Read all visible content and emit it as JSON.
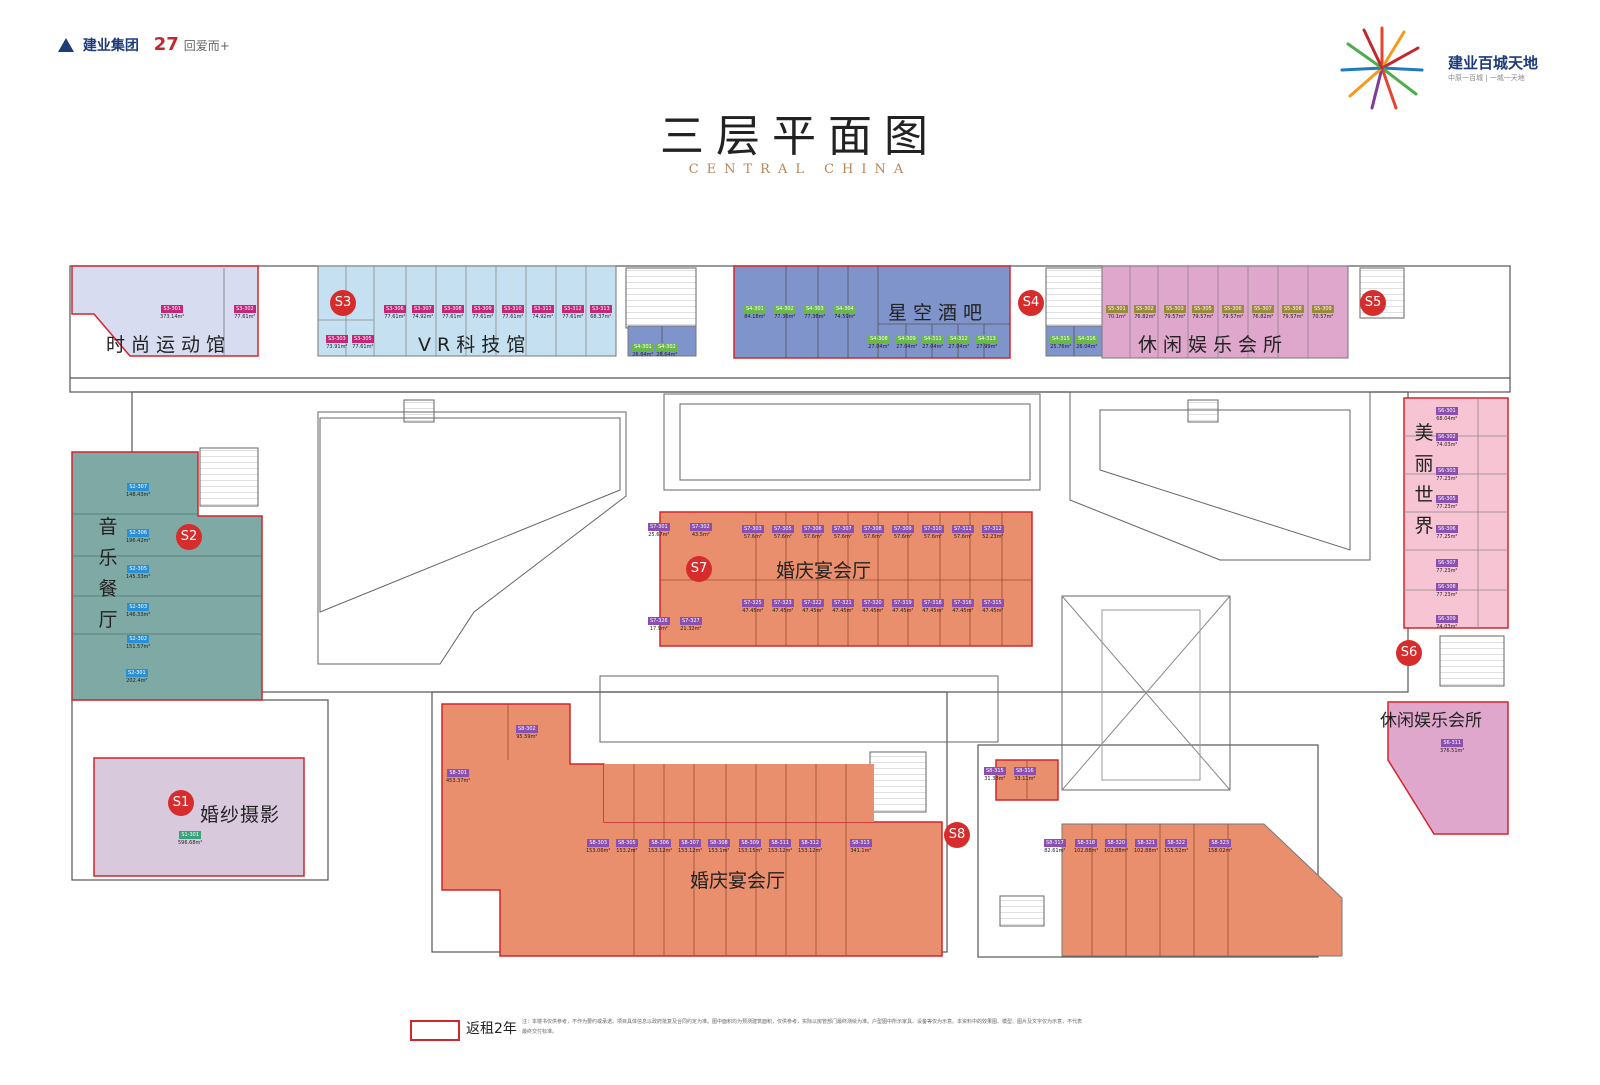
{
  "header": {
    "brand_left": "建业集团",
    "brand_left_number": "27",
    "brand_left_tagline": "回爱而+",
    "brand_right": "建业百城天地",
    "brand_right_sub": "中原一百城 | 一城一天地"
  },
  "title": "三层平面图",
  "subtitle": "CENTRAL CHINA",
  "zones": {
    "s1": "婚纱摄影",
    "s2": "音乐餐厅",
    "s3": "VR科技馆",
    "s4": "星空酒吧",
    "s4_fashion": "时尚运动馆",
    "s5": "休闲娱乐会所",
    "s6_beauty": "美丽世界",
    "s6_leisure": "休闲娱乐会所",
    "s7": "婚庆宴会厅",
    "s8": "婚庆宴会厅"
  },
  "vertical_labels": {
    "s2": [
      "音",
      "乐",
      "餐",
      "厅"
    ],
    "s6": [
      "美",
      "丽",
      "世",
      "界"
    ]
  },
  "badges": [
    "S1",
    "S2",
    "S3",
    "S4",
    "S5",
    "S6",
    "S7",
    "S8"
  ],
  "units": {
    "s1": [
      {
        "id": "S1-301",
        "area": "596.68m²"
      }
    ],
    "s2": [
      {
        "id": "S2-307",
        "area": "148.43m²"
      },
      {
        "id": "S2-306",
        "area": "196.42m²"
      },
      {
        "id": "S2-305",
        "area": "145.33m²"
      },
      {
        "id": "S2-303",
        "area": "146.33m²"
      },
      {
        "id": "S2-302",
        "area": "151.57m²"
      },
      {
        "id": "S2-301",
        "area": "202.4m²"
      }
    ],
    "s3": [
      {
        "id": "S3-301",
        "area": "373.14m²"
      },
      {
        "id": "S3-302",
        "area": "77.61m²"
      },
      {
        "id": "S3-306",
        "area": "77.61m²"
      },
      {
        "id": "S3-307",
        "area": "74.92m²"
      },
      {
        "id": "S3-308",
        "area": "77.61m²"
      },
      {
        "id": "S3-309",
        "area": "77.61m²"
      },
      {
        "id": "S3-310",
        "area": "77.61m²"
      },
      {
        "id": "S3-311",
        "area": "74.92m²"
      },
      {
        "id": "S3-312",
        "area": "77.61m²"
      },
      {
        "id": "S3-313",
        "area": "68.37m²"
      },
      {
        "id": "S3-303",
        "area": "73.91m²"
      },
      {
        "id": "S3-305",
        "area": "77.61m²"
      }
    ],
    "s4_top": [
      {
        "id": "S4-301",
        "area": "84.18m²"
      },
      {
        "id": "S4-302",
        "area": "77.36m²"
      },
      {
        "id": "S4-303",
        "area": "77.36m²"
      },
      {
        "id": "S4-304",
        "area": "74.59m²"
      }
    ],
    "s4_stair": [
      {
        "id": "S4-301",
        "area": "26.84m²"
      },
      {
        "id": "S4-302",
        "area": "26.64m²"
      }
    ],
    "s4_bottom": [
      {
        "id": "S4-308",
        "area": "27.04m²"
      },
      {
        "id": "S4-309",
        "area": "27.04m²"
      },
      {
        "id": "S4-311",
        "area": "27.04m²"
      },
      {
        "id": "S4-312",
        "area": "27.04m²"
      },
      {
        "id": "S4-313",
        "area": "27.99m²"
      }
    ],
    "s4_right": [
      {
        "id": "S4-315",
        "area": "25.76m²"
      },
      {
        "id": "S4-316",
        "area": "26.04m²"
      }
    ],
    "s5": [
      {
        "id": "S5-301",
        "area": "70.1m²"
      },
      {
        "id": "S5-302",
        "area": "76.82m²"
      },
      {
        "id": "S5-303",
        "area": "79.57m²"
      },
      {
        "id": "S5-305",
        "area": "79.57m²"
      },
      {
        "id": "S5-306",
        "area": "79.57m²"
      },
      {
        "id": "S5-307",
        "area": "76.82m²"
      },
      {
        "id": "S5-308",
        "area": "79.57m²"
      },
      {
        "id": "S5-309",
        "area": "70.57m²"
      }
    ],
    "s6": [
      {
        "id": "S6-301",
        "area": "68.04m²"
      },
      {
        "id": "S6-302",
        "area": "74.03m²"
      },
      {
        "id": "S6-303",
        "area": "77.23m²"
      },
      {
        "id": "S6-305",
        "area": "77.23m²"
      },
      {
        "id": "S6-306",
        "area": "77.25m²"
      },
      {
        "id": "S6-307",
        "area": "77.23m²"
      },
      {
        "id": "S6-308",
        "area": "77.23m²"
      },
      {
        "id": "S6-309",
        "area": "74.03m²"
      },
      {
        "id": "S6-311",
        "area": "376.51m²"
      }
    ],
    "s7_top": [
      {
        "id": "S7-301",
        "area": "25.67m²"
      },
      {
        "id": "S7-302",
        "area": "43.5m²"
      },
      {
        "id": "S7-303",
        "area": "57.6m²"
      },
      {
        "id": "S7-305",
        "area": "57.6m²"
      },
      {
        "id": "S7-306",
        "area": "57.6m²"
      },
      {
        "id": "S7-307",
        "area": "57.6m²"
      },
      {
        "id": "S7-308",
        "area": "57.6m²"
      },
      {
        "id": "S7-309",
        "area": "57.6m²"
      },
      {
        "id": "S7-310",
        "area": "57.6m²"
      },
      {
        "id": "S7-311",
        "area": "57.6m²"
      },
      {
        "id": "S7-312",
        "area": "52.23m²"
      }
    ],
    "s7_bottom": [
      {
        "id": "S7-325",
        "area": "47.45m²"
      },
      {
        "id": "S7-323",
        "area": "47.45m²"
      },
      {
        "id": "S7-322",
        "area": "47.45m²"
      },
      {
        "id": "S7-321",
        "area": "47.45m²"
      },
      {
        "id": "S7-320",
        "area": "47.45m²"
      },
      {
        "id": "S7-319",
        "area": "47.45m²"
      },
      {
        "id": "S7-318",
        "area": "47.45m²"
      },
      {
        "id": "S7-316",
        "area": "47.45m²"
      },
      {
        "id": "S7-315",
        "area": "47.45m²"
      }
    ],
    "s7_small": [
      {
        "id": "S7-326",
        "area": "17.9m²"
      },
      {
        "id": "S7-327",
        "area": "21.32m²"
      }
    ],
    "s8_big": [
      {
        "id": "S8-301",
        "area": "453.37m²"
      },
      {
        "id": "S8-302",
        "area": "95.59m²"
      }
    ],
    "s8_row": [
      {
        "id": "S8-303",
        "area": "153.06m²"
      },
      {
        "id": "S8-305",
        "area": "153.2m²"
      },
      {
        "id": "S8-306",
        "area": "153.12m²"
      },
      {
        "id": "S8-307",
        "area": "153.12m²"
      },
      {
        "id": "S8-308",
        "area": "153.1m²"
      },
      {
        "id": "S8-309",
        "area": "153.15m²"
      },
      {
        "id": "S8-311",
        "area": "153.12m²"
      },
      {
        "id": "S8-312",
        "area": "153.12m²"
      },
      {
        "id": "S8-313",
        "area": "341.1m²"
      }
    ],
    "s8_small": [
      {
        "id": "S8-315",
        "area": "31.33m²"
      },
      {
        "id": "S8-316",
        "area": "33.11m²"
      }
    ],
    "s8_right": [
      {
        "id": "S8-317",
        "area": "82.61m²"
      },
      {
        "id": "S8-318",
        "area": "102.88m²"
      },
      {
        "id": "S8-320",
        "area": "102.88m²"
      },
      {
        "id": "S8-321",
        "area": "102.88m²"
      },
      {
        "id": "S8-322",
        "area": "155.52m²"
      },
      {
        "id": "S8-323",
        "area": "158.02m²"
      }
    ]
  },
  "legend": {
    "label": "返租2年",
    "note": "注：本楼书仅供参考，不作为要约或承诺。项目具体信息以政府批复及合同约定为准。图中面积均为预测建筑面积，仅供参考，实际以房管部门最终测绘为准。户型图中所示家具、设备等仅为示意。本资料中的效果图、模型、图片及文字仅为示意，不代表最终交付标准。"
  },
  "colors": {
    "fashion": "#d7dcf0",
    "vr": "#c5e1f1",
    "bar": "#7f94cb",
    "leisure": "#e0a7cd",
    "beauty": "#f6c4d2",
    "music": "#7fa9a4",
    "wedding_photo": "#d9c9dd",
    "banquet": "#e98f6d",
    "outline": "#d0262d",
    "badge": "#d62c2c"
  }
}
